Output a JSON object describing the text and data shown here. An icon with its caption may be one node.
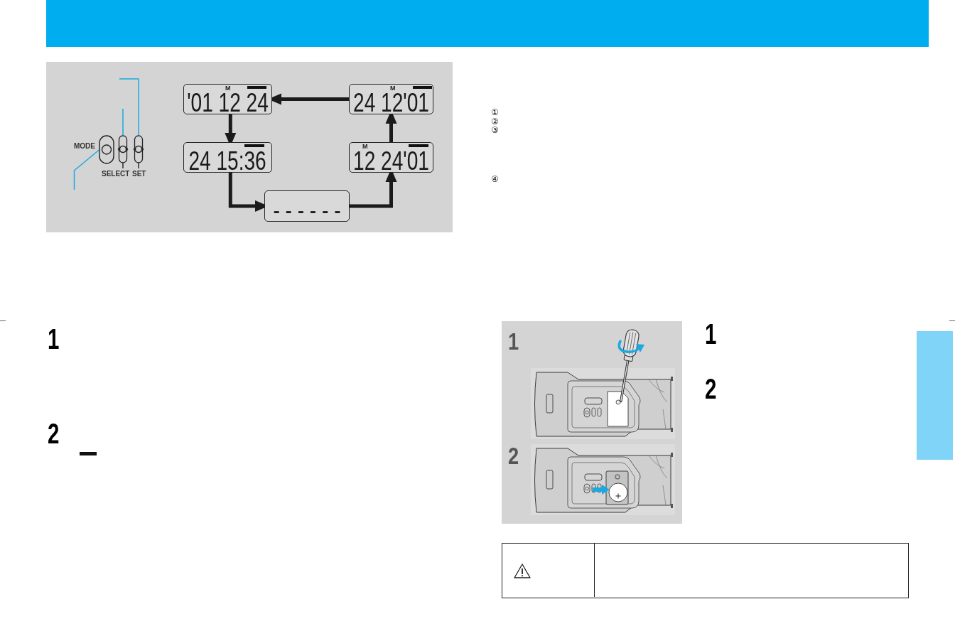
{
  "diagram": {
    "nodes": [
      {
        "text": [],
        "shape": "button",
        "beside": [
          "MODE"
        ]
      },
      {
        "text": [],
        "shape": "switch",
        "beside": [
          "SELECT"
        ]
      },
      {
        "text": [],
        "shape": "switch",
        "beside": [
          "SET"
        ]
      },
      {
        "text": [
          "M",
          "'01 12 24"
        ]
      },
      {
        "text": [
          "M",
          "24 12'01"
        ]
      },
      {
        "text": [
          "24 15:36"
        ]
      },
      {
        "text": [
          "M",
          "12 24'01"
        ]
      },
      {
        "text": [
          "- - - - - -"
        ]
      },
      {
        "text": [],
        "shape": "bar"
      }
    ],
    "edges": [
      {
        "from": null,
        "to": 0,
        "arrow": "none",
        "color": "#1ba9e1"
      },
      {
        "from": null,
        "to": 1,
        "arrow": "none",
        "color": "#1ba9e1"
      },
      {
        "from": null,
        "to": 2,
        "arrow": "none",
        "color": "#1ba9e1"
      },
      {
        "from": 3,
        "to": 5,
        "arrow": "to"
      },
      {
        "from": 5,
        "to": 7,
        "arrow": "to"
      },
      {
        "from": 7,
        "to": 6,
        "arrow": "to"
      },
      {
        "from": 6,
        "to": 4,
        "arrow": "to"
      },
      {
        "from": 4,
        "to": 3,
        "arrow": "to"
      }
    ],
    "labels": [
      "①",
      "②",
      "③",
      "④",
      "1",
      "2",
      "1",
      "2",
      "1",
      "2"
    ]
  }
}
